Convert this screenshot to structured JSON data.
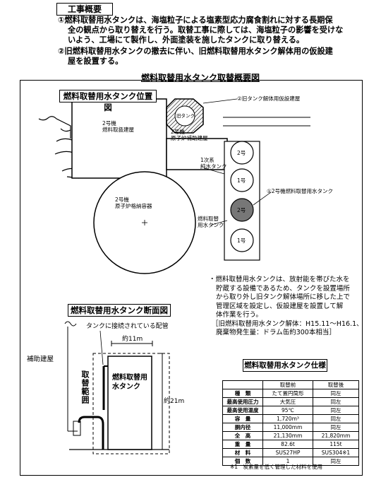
{
  "header": {
    "label": "工事概要",
    "para1": [
      "①燃料取替用水タンクは、海塩粒子による塩素型応力腐食割れに対する長期保",
      "全の観点から取り替えを行う。取替工事に際しては、海塩粒子の影響を受けな",
      "いよう、工場にて製作し、外面塗装を施したタンクに取り替える。"
    ],
    "para2": [
      "②旧燃料取替用水タンクの撤去に伴い、旧燃料取替用水タンク解体用の仮設建",
      "屋を設置する。"
    ]
  },
  "main_title": "燃料取替用水タンク取替概要図",
  "location": {
    "title": "燃料取替用水タンク位置図",
    "temp_building": "②旧タンク解体用仮設建屋",
    "old_tank": "旧タンク",
    "fuel_bldg": [
      "2号機",
      "燃料取扱建屋"
    ],
    "aux_bldg": [
      "2号機",
      "原子炉補助建屋"
    ],
    "containment": [
      "2号機",
      "原子炉格納容器"
    ],
    "pure_water": [
      "1次系",
      "純水タンク"
    ],
    "fuel_tank_label": [
      "燃料取替",
      "用水タンク"
    ],
    "new_tank_note": "①2号機燃料取替用水タンク",
    "tanks": [
      "2号",
      "1号",
      "2号",
      "1号"
    ]
  },
  "notes": {
    "lines": [
      "・燃料取替用水タンクは、放射能を帯びた水を",
      "貯蔵する設備であるため、タンクを設置場所",
      "から取り外し旧タンク解体場所に移した上で",
      "管理区域を設定し、仮設建屋を設置して解",
      "体作業を行う。",
      "［旧燃料取替用水タンク解体：H15.11～H16.1、",
      "廃棄物発生量：ドラム缶約300本相当］"
    ]
  },
  "section": {
    "title": "燃料取替用水タンク断面図",
    "pipe_label": "タンクに接続されている配管",
    "width_label": "約11m",
    "height_label": "約21m",
    "aux_building": "補助建屋",
    "range_label": "取替範囲",
    "tank_label": [
      "燃料取替用",
      "水タンク"
    ]
  },
  "spec": {
    "title": "燃料取替用水タンク仕様",
    "headers": [
      "",
      "取替前",
      "取替後"
    ],
    "rows": [
      [
        "種　類",
        "たて置円筒形",
        "同左"
      ],
      [
        "最高使用圧力",
        "大気圧",
        "同左"
      ],
      [
        "最高使用温度",
        "95℃",
        "同左"
      ],
      [
        "容　量",
        "1,720m³",
        "同左"
      ],
      [
        "胴内径",
        "11,000mm",
        "同左"
      ],
      [
        "全　高",
        "21,130mm",
        "21,820mm"
      ],
      [
        "重　量",
        "82.6t",
        "115t"
      ],
      [
        "材　料",
        "SUS27HP",
        "SUS304※1"
      ],
      [
        "個　数",
        "1",
        "同左"
      ]
    ],
    "footnote": "※1　炭素量を低く管理した材料を使用"
  }
}
